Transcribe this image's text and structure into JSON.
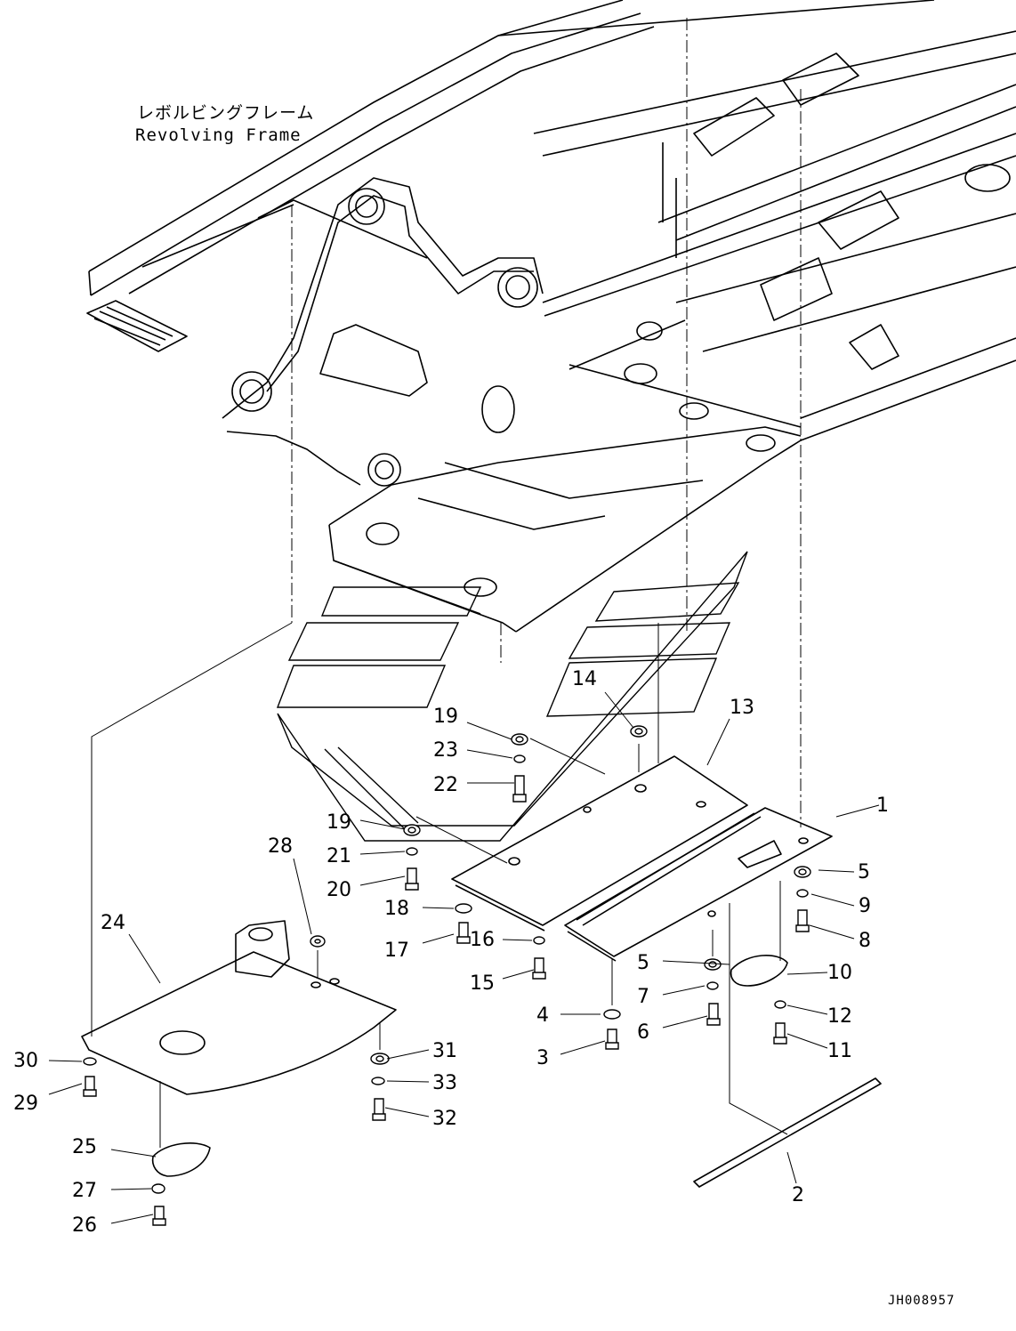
{
  "title": {
    "japanese": "レボルビングフレーム",
    "english": "Revolving Frame"
  },
  "drawing_code": "JH008957",
  "callouts": [
    "1",
    "2",
    "3",
    "4",
    "5",
    "5",
    "6",
    "7",
    "8",
    "9",
    "10",
    "11",
    "12",
    "13",
    "14",
    "15",
    "16",
    "17",
    "18",
    "19",
    "19",
    "20",
    "21",
    "22",
    "23",
    "24",
    "25",
    "26",
    "27",
    "28",
    "29",
    "30",
    "31",
    "32",
    "33"
  ]
}
